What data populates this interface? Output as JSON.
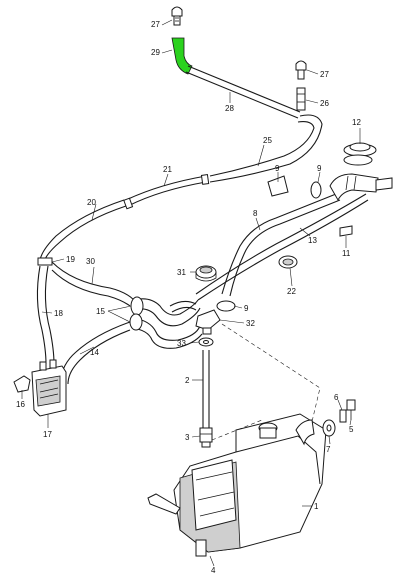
{
  "diagram": {
    "highlight_color": "#2bd21e",
    "callouts": [
      {
        "id": "1",
        "text": "1"
      },
      {
        "id": "2",
        "text": "2"
      },
      {
        "id": "3",
        "text": "3"
      },
      {
        "id": "4",
        "text": "4"
      },
      {
        "id": "5",
        "text": "5"
      },
      {
        "id": "6",
        "text": "6"
      },
      {
        "id": "7",
        "text": "7"
      },
      {
        "id": "8",
        "text": "8"
      },
      {
        "id": "9a",
        "text": "9"
      },
      {
        "id": "9b",
        "text": "9"
      },
      {
        "id": "11",
        "text": "11"
      },
      {
        "id": "12",
        "text": "12"
      },
      {
        "id": "13",
        "text": "13"
      },
      {
        "id": "14",
        "text": "14"
      },
      {
        "id": "15",
        "text": "15"
      },
      {
        "id": "16",
        "text": "16"
      },
      {
        "id": "17",
        "text": "17"
      },
      {
        "id": "18",
        "text": "18"
      },
      {
        "id": "19",
        "text": "19"
      },
      {
        "id": "20",
        "text": "20"
      },
      {
        "id": "21",
        "text": "21"
      },
      {
        "id": "22",
        "text": "22"
      },
      {
        "id": "25",
        "text": "25"
      },
      {
        "id": "26",
        "text": "26"
      },
      {
        "id": "27a",
        "text": "27"
      },
      {
        "id": "27b",
        "text": "27"
      },
      {
        "id": "28",
        "text": "28"
      },
      {
        "id": "29",
        "text": "29"
      },
      {
        "id": "30",
        "text": "30"
      },
      {
        "id": "31",
        "text": "31"
      },
      {
        "id": "32",
        "text": "32"
      },
      {
        "id": "33",
        "text": "33"
      }
    ]
  }
}
